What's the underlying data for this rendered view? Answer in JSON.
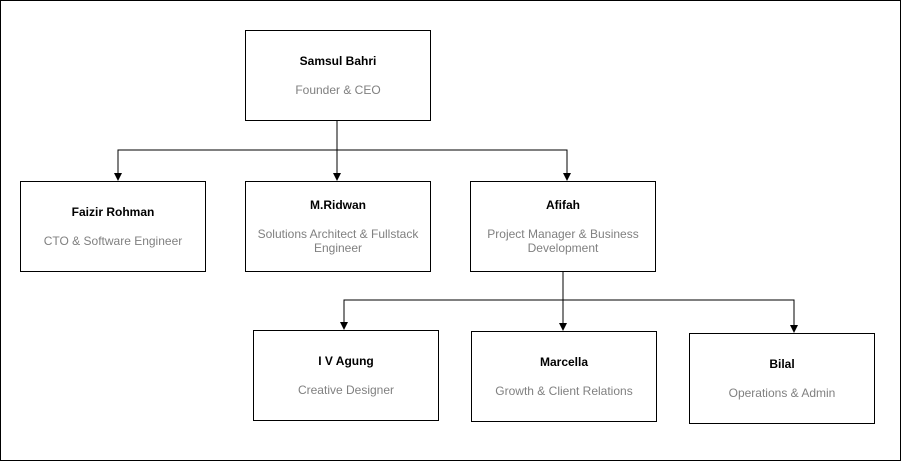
{
  "org_chart": {
    "nodes": [
      {
        "id": "samsul",
        "name": "Samsul Bahri",
        "role": "Founder & CEO"
      },
      {
        "id": "faizir",
        "name": "Faizir Rohman",
        "role": "CTO & Software Engineer"
      },
      {
        "id": "ridwan",
        "name": "M.Ridwan",
        "role": "Solutions Architect & Fullstack Engineer"
      },
      {
        "id": "afifah",
        "name": "Afifah",
        "role": "Project Manager & Business Development"
      },
      {
        "id": "agung",
        "name": "I V Agung",
        "role": "Creative Designer"
      },
      {
        "id": "marcella",
        "name": "Marcella",
        "role": "Growth & Client Relations"
      },
      {
        "id": "bilal",
        "name": "Bilal",
        "role": "Operations & Admin"
      }
    ],
    "edges": [
      {
        "from": "samsul",
        "to": "faizir"
      },
      {
        "from": "samsul",
        "to": "ridwan"
      },
      {
        "from": "samsul",
        "to": "afifah"
      },
      {
        "from": "afifah",
        "to": "agung"
      },
      {
        "from": "afifah",
        "to": "marcella"
      },
      {
        "from": "afifah",
        "to": "bilal"
      }
    ]
  }
}
